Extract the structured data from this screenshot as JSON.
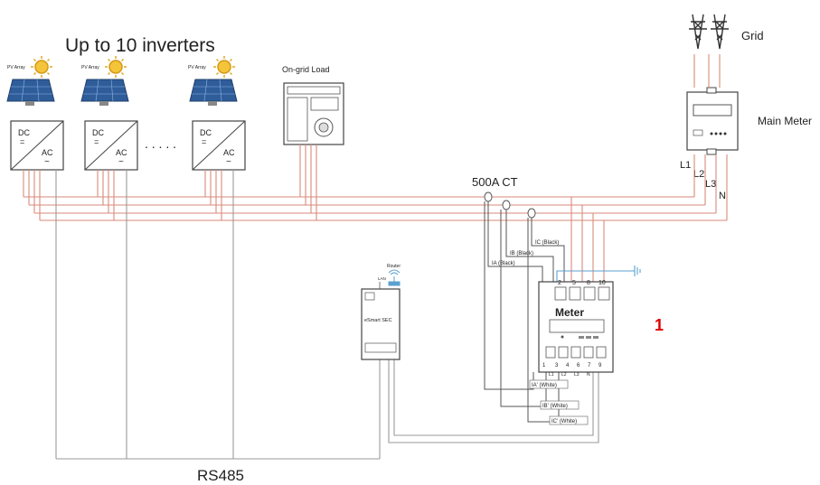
{
  "title": "Up to 10 inverters",
  "dots": ". . . . .",
  "pv_label": "PV Array",
  "inverter": {
    "dc": "DC",
    "ac": "AC",
    "dc_sym": "=",
    "ac_sym": "~"
  },
  "load_label": "On-grid Load",
  "grid_label": "Grid",
  "main_meter_label": "Main Meter",
  "phases": [
    "L1",
    "L2",
    "L3",
    "N"
  ],
  "ct_label": "500A CT",
  "ct_wires": [
    "IA (Black)",
    "IB (Black)",
    "IC (Black)"
  ],
  "return_wires": [
    "IA' (White)",
    "IB' (White)",
    "IC' (White)"
  ],
  "meter_label": "Meter",
  "meter_top_terminals": [
    "2",
    "5",
    "8",
    "10"
  ],
  "meter_bottom_terminals": [
    "1",
    "3",
    "4",
    "6",
    "7",
    "9"
  ],
  "meter_bottom_labels": [
    "L1",
    "L2",
    "L3",
    "N"
  ],
  "esmart_label": "eSmart SEC",
  "router_label": "Router",
  "lan_label": "LAN",
  "bus_label": "RS485",
  "marker": "1",
  "colors": {
    "phase": "#d98a7a",
    "rs485": "#9a9a9a",
    "line": "#555555",
    "marker": "#e00000",
    "earth": "#5aa0d0"
  }
}
